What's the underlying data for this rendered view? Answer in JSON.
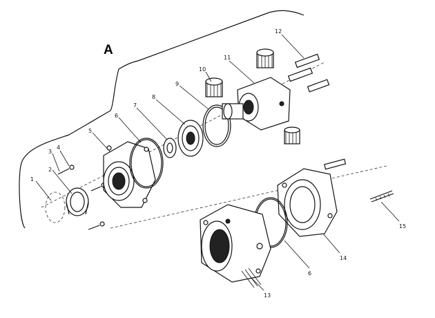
{
  "group_label": "A",
  "callouts": [
    {
      "id": "c1",
      "text": "1"
    },
    {
      "id": "c2",
      "text": "2"
    },
    {
      "id": "c3",
      "text": "3"
    },
    {
      "id": "c4",
      "text": "4"
    },
    {
      "id": "c5",
      "text": "5"
    },
    {
      "id": "c6a",
      "text": "6"
    },
    {
      "id": "c7",
      "text": "7"
    },
    {
      "id": "c8",
      "text": "8"
    },
    {
      "id": "c9",
      "text": "9"
    },
    {
      "id": "c10",
      "text": "10"
    },
    {
      "id": "c11",
      "text": "11"
    },
    {
      "id": "c12",
      "text": "12"
    },
    {
      "id": "c13",
      "text": "13"
    },
    {
      "id": "c14",
      "text": "14"
    },
    {
      "id": "c15",
      "text": "15"
    },
    {
      "id": "c6b",
      "text": "6"
    }
  ],
  "colors": {
    "ink": "#111111",
    "paper": "#ffffff"
  }
}
